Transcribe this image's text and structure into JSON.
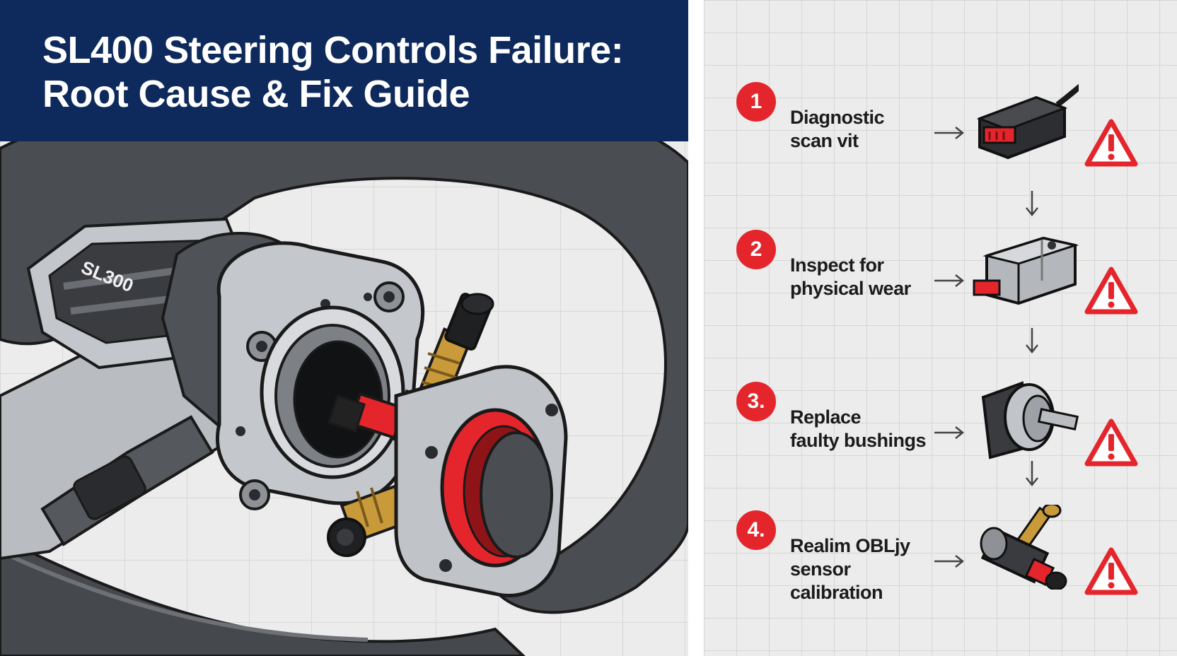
{
  "header": {
    "title_line1": "SL400 Steering Controls Failure:",
    "title_line2": "Root Cause & Fix Guide"
  },
  "illustration": {
    "hub_label": "SL300"
  },
  "steps": [
    {
      "number": "1",
      "line1": "Diagnostic",
      "line2": "scan vit",
      "line3": ""
    },
    {
      "number": "2",
      "line1": "Inspect for",
      "line2": "physical wear",
      "line3": ""
    },
    {
      "number": "3.",
      "line1": "Replace",
      "line2": "faulty bushings",
      "line3": ""
    },
    {
      "number": "4.",
      "line1": "Realim OBLjy",
      "line2": "sensor",
      "line3": "calibration"
    }
  ],
  "colors": {
    "banner": "#0e2a5c",
    "accent_red": "#e4262c",
    "wheel_dark": "#4a4d52",
    "metal": "#b9bcc0",
    "brass": "#c99a3a"
  }
}
